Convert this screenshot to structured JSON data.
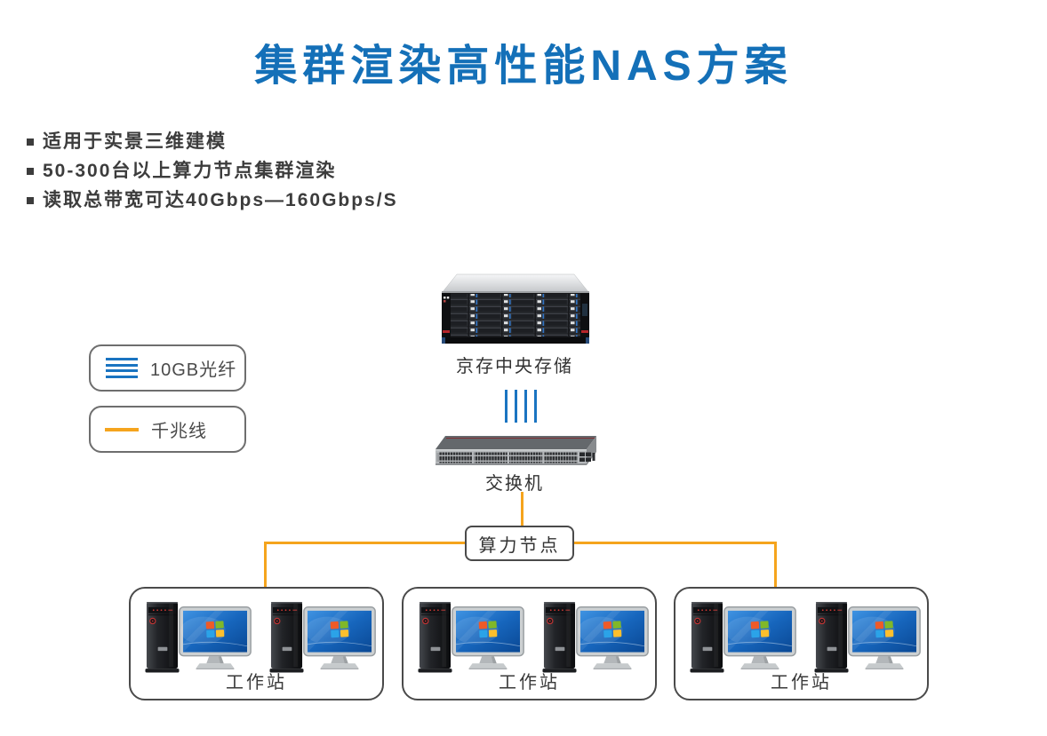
{
  "title": "集群渲染高性能NAS方案",
  "features": [
    "适用于实景三维建模",
    "50-300台以上算力节点集群渲染",
    "读取总带宽可达40Gbps—160Gbps/S"
  ],
  "legend": {
    "fiber_label": "10GB光纤",
    "gigabit_label": "千兆线"
  },
  "nodes": {
    "storage_label": "京存中央存储",
    "switch_label": "交换机",
    "compute_label": "算力节点",
    "workstation_groups": [
      {
        "label": "工作站"
      },
      {
        "label": "工作站"
      },
      {
        "label": "工作站"
      }
    ]
  },
  "icons": {
    "fiber_legend": "four-horizontal-blue-lines",
    "gigabit_legend": "single-orange-line",
    "storage": "rack-storage-server",
    "switch": "48-port-network-switch",
    "workstation": "tower-pc-and-monitor",
    "monitor_screen": "windows-flag-desktop"
  },
  "colors": {
    "title_blue": "#1470b8",
    "fiber_blue": "#1a74c1",
    "gigabit_orange": "#f5a41d",
    "text_dark": "#3c3c3c",
    "box_border": "#4a4a4a"
  }
}
